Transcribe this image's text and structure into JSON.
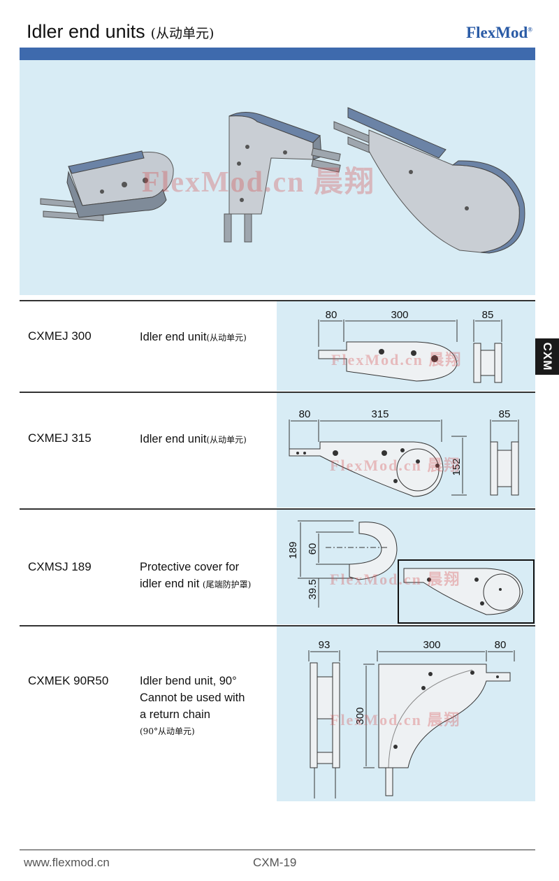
{
  "header": {
    "title": "Idler end units",
    "title_cn": "(从动单元)",
    "brand": "FlexMod",
    "brand_mark": "®"
  },
  "watermark": "FlexMod.cn 晨翔",
  "side_tab": "CXM",
  "products": [
    {
      "code": "CXMEJ 300",
      "desc": [
        "Idler end unit"
      ],
      "desc_cn": "(从动单元)",
      "dims": {
        "a": "80",
        "b": "300",
        "c": "85"
      }
    },
    {
      "code": "CXMEJ 315",
      "desc": [
        "Idler end unit"
      ],
      "desc_cn": "(从动单元)",
      "dims": {
        "a": "80",
        "b": "315",
        "c": "85",
        "h": "152"
      }
    },
    {
      "code": "CXMSJ 189",
      "desc": [
        "Protective cover for",
        "idler end nit"
      ],
      "desc_cn": "(尾端防护罩)",
      "dims": {
        "a": "189",
        "b": "60",
        "c": "39.5"
      }
    },
    {
      "code": "CXMEK 90R50",
      "desc": [
        "Idler bend unit, 90°",
        "Cannot be used with",
        "a return chain"
      ],
      "desc_cn": "(90°从动单元)",
      "dims": {
        "a": "93",
        "b": "300",
        "c": "80",
        "h": "300"
      }
    }
  ],
  "footer": {
    "url": "www.flexmod.cn",
    "page": "CXM-19"
  },
  "colors": {
    "header_bar": "#3e6aad",
    "panel_bg": "#d8ecf5",
    "brand": "#2a5ba6",
    "watermark": "#d64848"
  }
}
